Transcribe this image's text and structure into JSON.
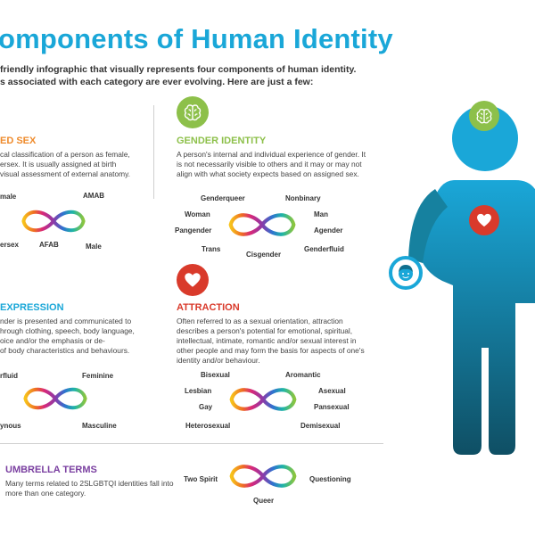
{
  "header": {
    "title": "omponents of Human Identity",
    "intro_line1": "friendly infographic that visually represents four components of human identity.",
    "intro_line2": "s associated with each category are ever evolving. Here are just a few:"
  },
  "assigned_sex": {
    "title": "ED SEX",
    "desc": [
      "cal classification of a person as female,",
      "ersex. It is usually assigned at birth",
      "visual assessment of external anatomy."
    ],
    "terms": {
      "t1": "male",
      "t2": "AMAB",
      "t3": "ersex",
      "t4": "AFAB",
      "t5": "Male"
    }
  },
  "gender_identity": {
    "title": "GENDER IDENTITY",
    "desc": [
      "A person's internal and individual experience of gender. It",
      "is not necessarily visible to others and it may or may not",
      "align with what society expects based on assigned sex."
    ],
    "terms": {
      "genderqueer": "Genderqueer",
      "nonbinary": "Nonbinary",
      "woman": "Woman",
      "man": "Man",
      "pangender": "Pangender",
      "agender": "Agender",
      "trans": "Trans",
      "cisgender": "Cisgender",
      "genderfluid": "Genderfluid"
    }
  },
  "gender_expression": {
    "title": "EXPRESSION",
    "desc": [
      "nder is presented and communicated to",
      "hrough clothing, speech, body language,",
      "oice and/or the emphasis or de-",
      "of body characteristics and behaviours."
    ],
    "terms": {
      "t1": "rfluid",
      "t2": "Feminine",
      "t3": "ynous",
      "t4": "Masculine"
    }
  },
  "attraction": {
    "title": "ATTRACTION",
    "desc": [
      "Often referred to as a sexual orientation, attraction",
      "describes a person's potential for emotional, spiritual,",
      "intellectual, intimate, romantic and/or sexual interest in",
      "other people and may form the basis for aspects of one's",
      "identity and/or behaviour."
    ],
    "terms": {
      "bisexual": "Bisexual",
      "aromantic": "Aromantic",
      "lesbian": "Lesbian",
      "asexual": "Asexual",
      "gay": "Gay",
      "pansexual": "Pansexual",
      "heterosexual": "Heterosexual",
      "demisexual": "Demisexual"
    }
  },
  "umbrella": {
    "title": "UMBRELLA TERMS",
    "desc": [
      "Many terms related to 2SLGBTQI identities fall into",
      "more than one category."
    ],
    "terms": {
      "two_spirit": "Two Spirit",
      "questioning": "Questioning",
      "queer": "Queer"
    }
  },
  "colors": {
    "title_blue": "#1aa7d8",
    "sex_orange": "#ef8b2c",
    "identity_green": "#8dc04a",
    "expression_blue": "#1aa7d8",
    "attraction_red": "#d93a2b",
    "umbrella_purple": "#7a3fa0",
    "figure_top": "#1aa7d8",
    "figure_bottom": "#0f4f64"
  },
  "icons": [
    "brain-icon",
    "heart-icon",
    "face-icon",
    "infinity-icon"
  ]
}
